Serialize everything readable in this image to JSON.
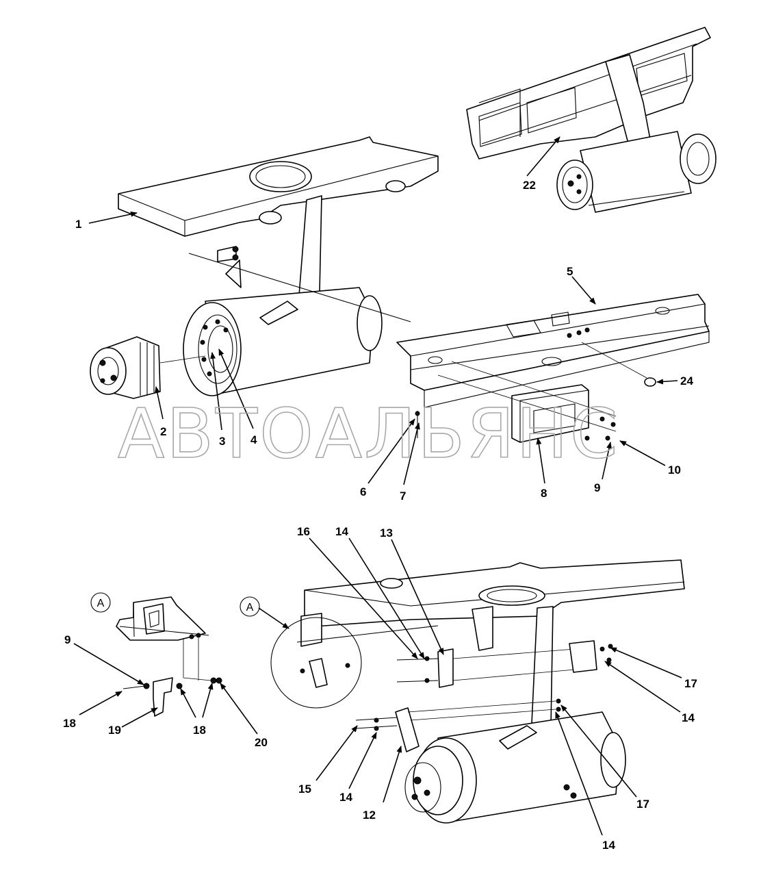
{
  "watermark": "АВТОАЛЬЯНС",
  "detail_marker": "A",
  "callouts": [
    "1",
    "2",
    "3",
    "4",
    "5",
    "6",
    "7",
    "8",
    "9",
    "10",
    "22",
    "24",
    "16",
    "14",
    "13",
    "12",
    "15",
    "17",
    "18",
    "19",
    "20"
  ],
  "labels": {
    "c1": "1",
    "c2": "2",
    "c3": "3",
    "c4": "4",
    "c5": "5",
    "c6": "6",
    "c7": "7",
    "c8": "8",
    "c9": "9",
    "c10": "10",
    "c22": "22",
    "c24": "24",
    "c16": "16",
    "c14a": "14",
    "c13": "13",
    "c17a": "17",
    "c14b": "14",
    "c17b": "17",
    "c14c": "14",
    "c15": "15",
    "c14d": "14",
    "c12": "12",
    "c9b": "9",
    "c18a": "18",
    "c19": "19",
    "c18b": "18",
    "c20": "20"
  }
}
